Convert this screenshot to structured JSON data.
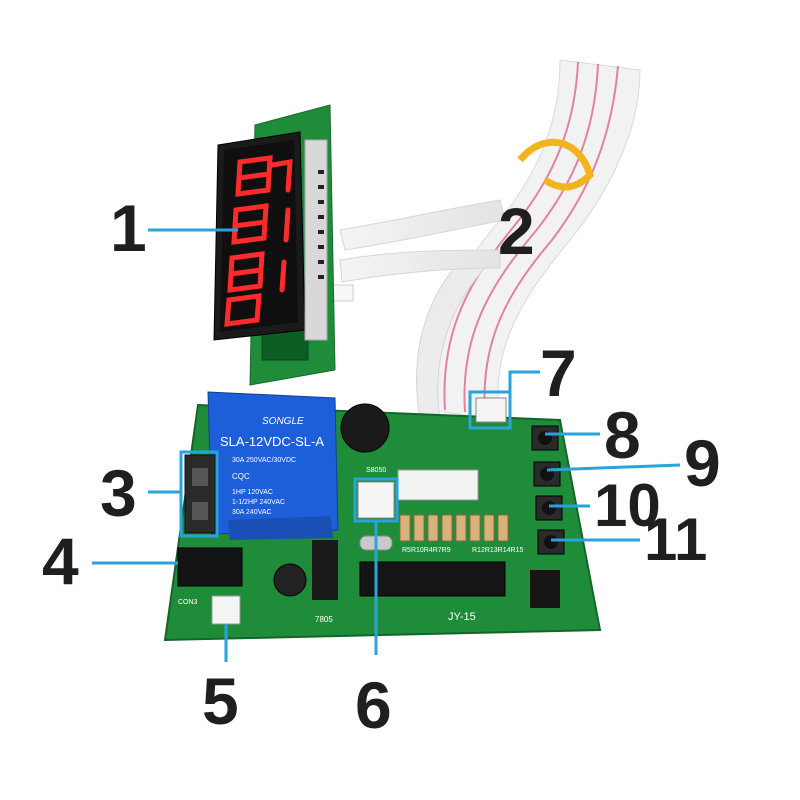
{
  "board": {
    "model": "JY-15",
    "relay": {
      "brand": "SONGLE",
      "model": "SLA-12VDC-SL-A",
      "rating_1": "30A 250VAC/30VDC",
      "rating_2": "1HP 120VAC",
      "rating_3": "1-1/2HP 240VAC",
      "rating_4": "30A 240VAC",
      "cert": "CQC"
    },
    "regulator": "7805",
    "connector_label": "CON3",
    "silk_s8050": "S8050",
    "silk_refs": "R5R10R4R7R9",
    "silk_refs2": "R12R13R14R15",
    "color_board": "#1f8c3a",
    "color_callout": "#29a3dc"
  },
  "callouts": {
    "c1": "1",
    "c2": "2",
    "c3": "3",
    "c4": "4",
    "c5": "5",
    "c6": "6",
    "c7": "7",
    "c8": "8",
    "c9": "9",
    "c10": "10",
    "c11": "11"
  }
}
